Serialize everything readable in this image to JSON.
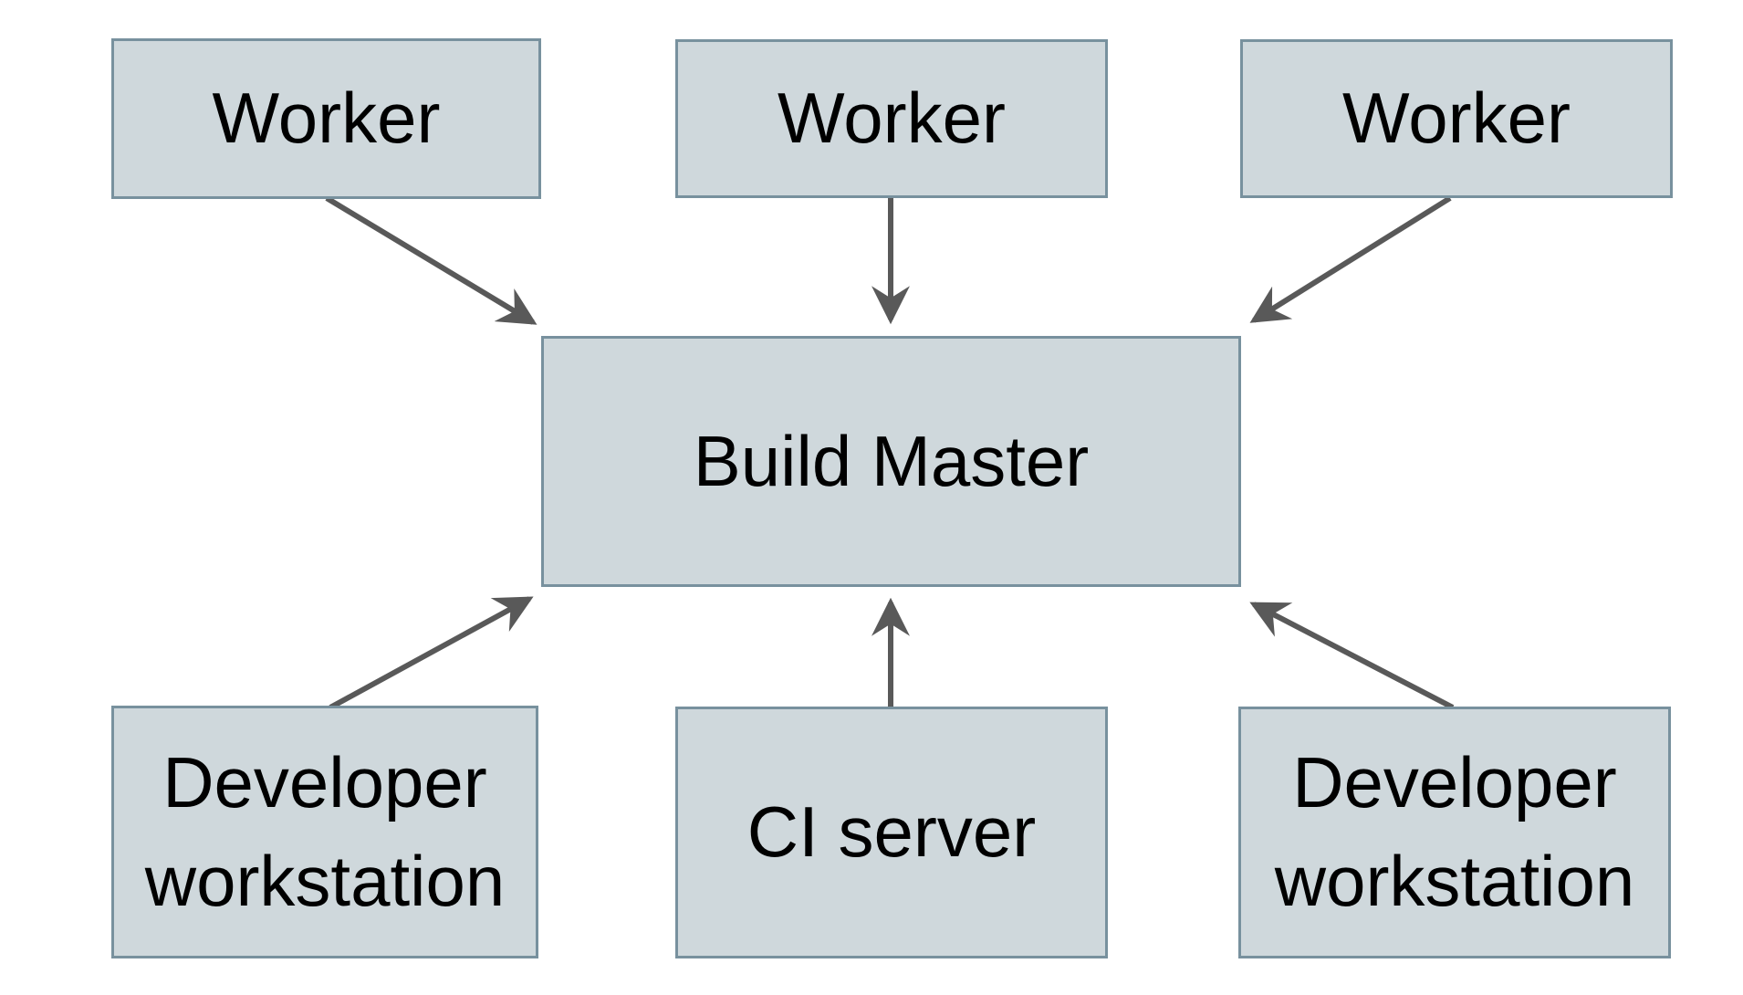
{
  "diagram": {
    "background_color": "#ffffff",
    "node_fill_color": "#cfd8dc",
    "node_border_color": "#78919e",
    "arrow_color": "#595959",
    "text_color": "#000000",
    "nodes": [
      {
        "id": "worker-1",
        "label": "Worker"
      },
      {
        "id": "worker-2",
        "label": "Worker"
      },
      {
        "id": "worker-3",
        "label": "Worker"
      },
      {
        "id": "build-master",
        "label": "Build Master"
      },
      {
        "id": "developer-workstation-left",
        "label": "Developer workstation"
      },
      {
        "id": "ci-server",
        "label": "CI server"
      },
      {
        "id": "developer-workstation-right",
        "label": "Developer workstation"
      }
    ],
    "edges": [
      {
        "from": "worker-1",
        "to": "build-master"
      },
      {
        "from": "worker-2",
        "to": "build-master"
      },
      {
        "from": "worker-3",
        "to": "build-master"
      },
      {
        "from": "developer-workstation-left",
        "to": "build-master"
      },
      {
        "from": "ci-server",
        "to": "build-master"
      },
      {
        "from": "developer-workstation-right",
        "to": "build-master"
      }
    ]
  }
}
